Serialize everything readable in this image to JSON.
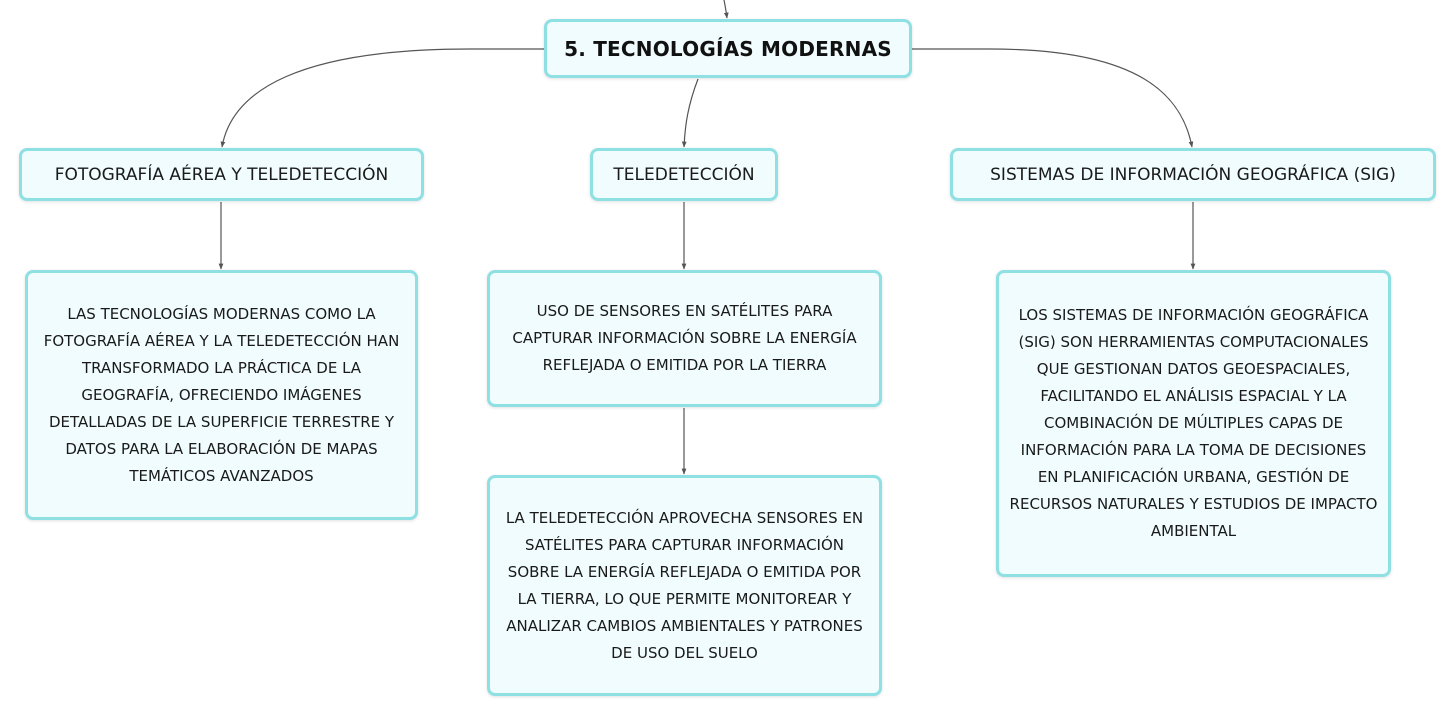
{
  "mindmap": {
    "root": {
      "label": "5. TECNOLOGÍAS MODERNAS"
    },
    "branches": [
      {
        "label": "FOTOGRAFÍA AÉREA Y TELEDETECCIÓN",
        "details": [
          "LAS TECNOLOGÍAS MODERNAS COMO LA FOTOGRAFÍA AÉREA Y LA TELEDETECCIÓN HAN TRANSFORMADO LA PRÁCTICA DE LA GEOGRAFÍA, OFRECIENDO IMÁGENES DETALLADAS DE LA SUPERFICIE TERRESTRE Y DATOS PARA LA ELABORACIÓN DE MAPAS TEMÁTICOS AVANZADOS"
        ]
      },
      {
        "label": "TELEDETECCIÓN",
        "details": [
          "USO DE SENSORES EN SATÉLITES PARA CAPTURAR INFORMACIÓN SOBRE LA ENERGÍA REFLEJADA O EMITIDA POR LA TIERRA",
          "LA TELEDETECCIÓN APROVECHA SENSORES EN SATÉLITES PARA CAPTURAR INFORMACIÓN SOBRE LA ENERGÍA REFLEJADA O EMITIDA POR LA TIERRA, LO QUE PERMITE MONITOREAR Y ANALIZAR CAMBIOS AMBIENTALES Y PATRONES DE USO DEL SUELO"
        ]
      },
      {
        "label": "SISTEMAS DE INFORMACIÓN GEOGRÁFICA (SIG)",
        "details": [
          "LOS SISTEMAS DE INFORMACIÓN GEOGRÁFICA (SIG) SON HERRAMIENTAS COMPUTACIONALES QUE GESTIONAN DATOS GEOESPACIALES, FACILITANDO EL ANÁLISIS ESPACIAL Y LA COMBINACIÓN DE MÚLTIPLES CAPAS DE INFORMACIÓN PARA LA TOMA DE DECISIONES EN PLANIFICACIÓN URBANA, GESTIÓN DE RECURSOS NATURALES Y ESTUDIOS DE IMPACTO AMBIENTAL"
        ]
      }
    ]
  },
  "colors": {
    "node_border": "#8fe0e3",
    "node_fill": "#f0fcfd",
    "connector": "#555555"
  }
}
